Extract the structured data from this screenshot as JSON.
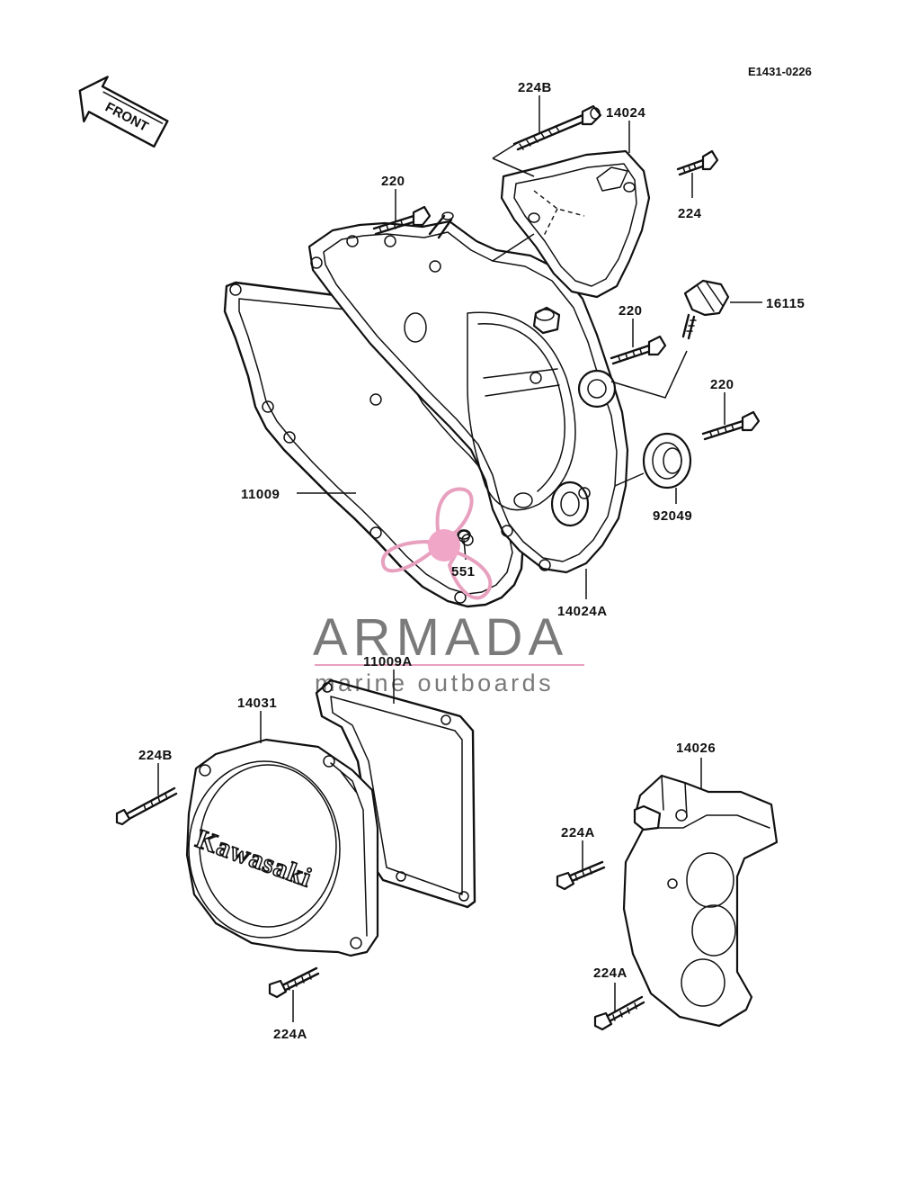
{
  "drawing_code": "E1431-0226",
  "front_arrow_label": "FRONT",
  "cover_brand": "Kawasaki",
  "watermark": {
    "title": "ARMADA",
    "subtitle": "marine outboards",
    "colors": {
      "text": "#7a7a7a",
      "accent": "#e8a0bf",
      "hub": "#f0a6c6"
    }
  },
  "labels": {
    "l224b_top": "224B",
    "l14024": "14024",
    "l220_top": "220",
    "l224": "224",
    "l16115": "16115",
    "l220_mid": "220",
    "l220_right": "220",
    "l11009": "11009",
    "l92049": "92049",
    "l551": "551",
    "l14024a": "14024A",
    "l11009a": "11009A",
    "l14031": "14031",
    "l224b_left": "224B",
    "l14026": "14026",
    "l224a_mid": "224A",
    "l224a_bottom": "224A",
    "l224a_right": "224A"
  }
}
